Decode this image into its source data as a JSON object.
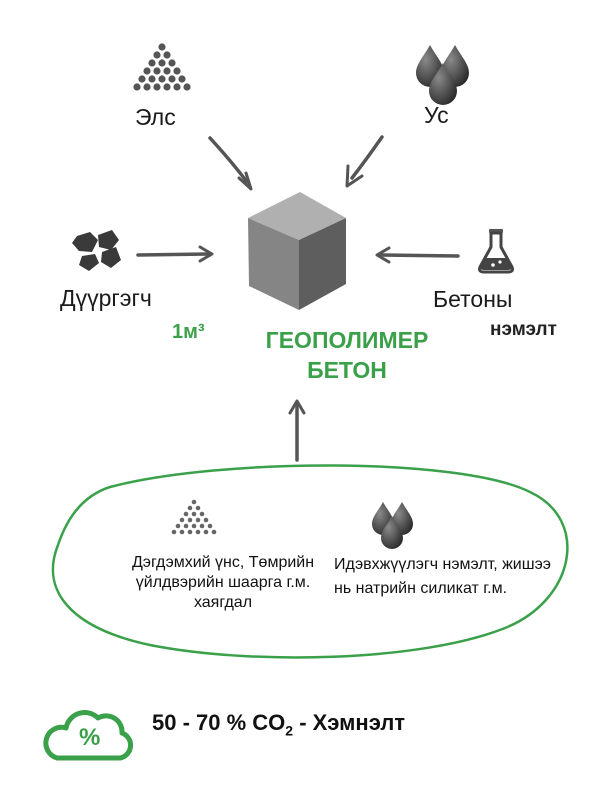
{
  "inputs": {
    "sand": "Элс",
    "water": "Ус",
    "aggregate": "Дүүргэгч",
    "additive_line1": "Бетоны",
    "additive_line2": "нэмэлт"
  },
  "product": {
    "volume": "1м³",
    "title_line1": "ГЕОПОЛИМЕР",
    "title_line2": "БЕТОН"
  },
  "binder": {
    "powder_text": "Дэгдэмхий үнс, Төмрийн үйлдвэрийн шаарга г.м. хаягдал",
    "activator_text": "Идэвхжүүлэгч нэмэлт, жишээ нь натрийн силикат г.м."
  },
  "co2": {
    "icon_symbol": "%",
    "range": "50 - 70 % CO",
    "subscript": "2",
    "suffix": " - Хэмнэлт"
  },
  "colors": {
    "accent_green": "#3aa14a",
    "dark_gray": "#444444"
  }
}
